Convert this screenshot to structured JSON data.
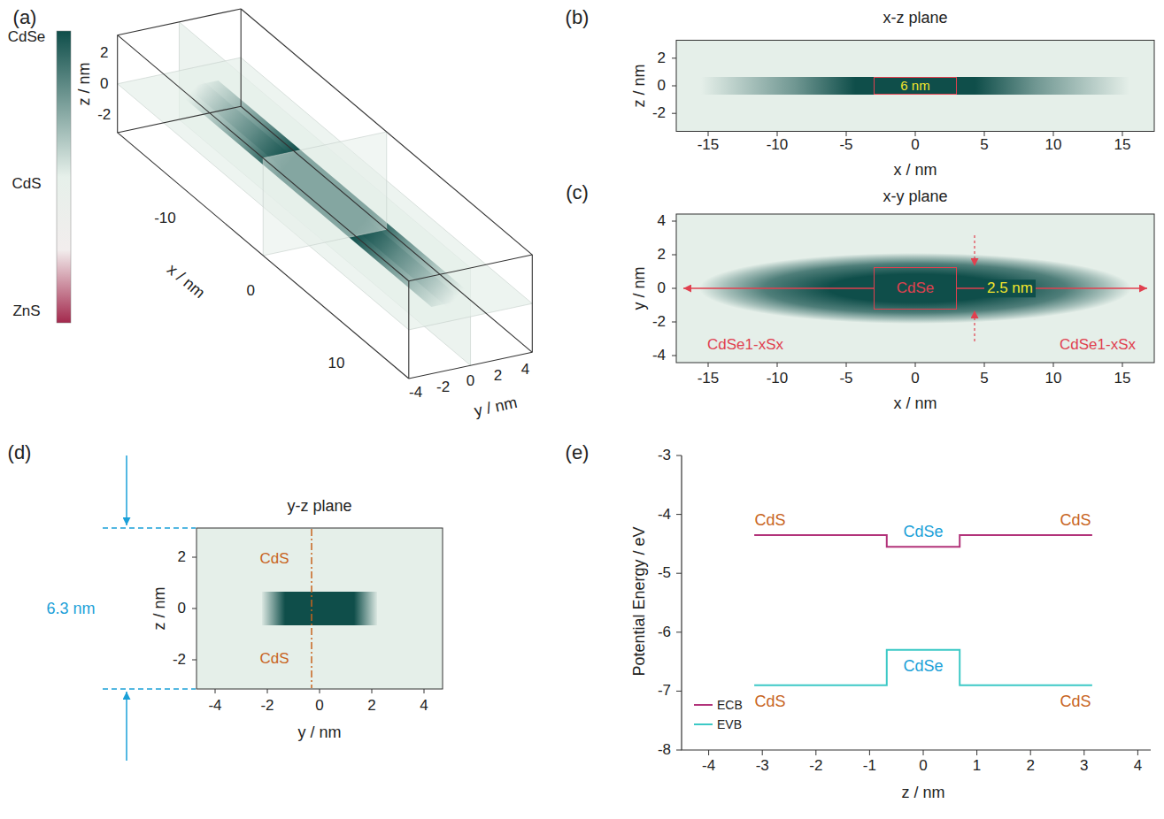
{
  "diagram": {
    "nodes": [
      {
        "text": [
          "6 nm"
        ]
      },
      {
        "text": [
          "CdSe"
        ]
      }
    ],
    "labels": [
      "(a)",
      "CdSe",
      "CdS",
      "ZnS",
      "z / nm",
      "2",
      "0",
      "-2",
      "x / nm",
      "-10",
      "0",
      "10",
      "y / nm",
      "-4",
      "-2",
      "0",
      "2",
      "4",
      "(b)",
      "x-z plane",
      "z / nm",
      "2",
      "0",
      "-2",
      "-15",
      "-10",
      "-5",
      "0",
      "5",
      "10",
      "15",
      "x / nm",
      "(c)",
      "x-y plane",
      "y / nm",
      "4",
      "2",
      "0",
      "-2",
      "-4",
      "2.5 nm",
      "CdSe1-xSx",
      "CdSe1-xSx",
      "-15",
      "-10",
      "-5",
      "0",
      "5",
      "10",
      "15",
      "x / nm",
      "(d)",
      "y-z plane",
      "6.3 nm",
      "z / nm",
      "2",
      "0",
      "-2",
      "CdS",
      "CdS",
      "-4",
      "-2",
      "0",
      "2",
      "4",
      "y / nm",
      "(e)",
      "Potential Energy / eV",
      "-3",
      "-4",
      "-5",
      "-6",
      "-7",
      "-8",
      "-4",
      "-3",
      "-2",
      "-1",
      "0",
      "1",
      "2",
      "3",
      "4",
      "z / nm",
      "CdS",
      "CdSe",
      "CdS",
      "CdSe",
      "CdS",
      "CdS"
    ],
    "legend": [
      {
        "text": "ECB"
      },
      {
        "text": "EVB"
      }
    ]
  }
}
